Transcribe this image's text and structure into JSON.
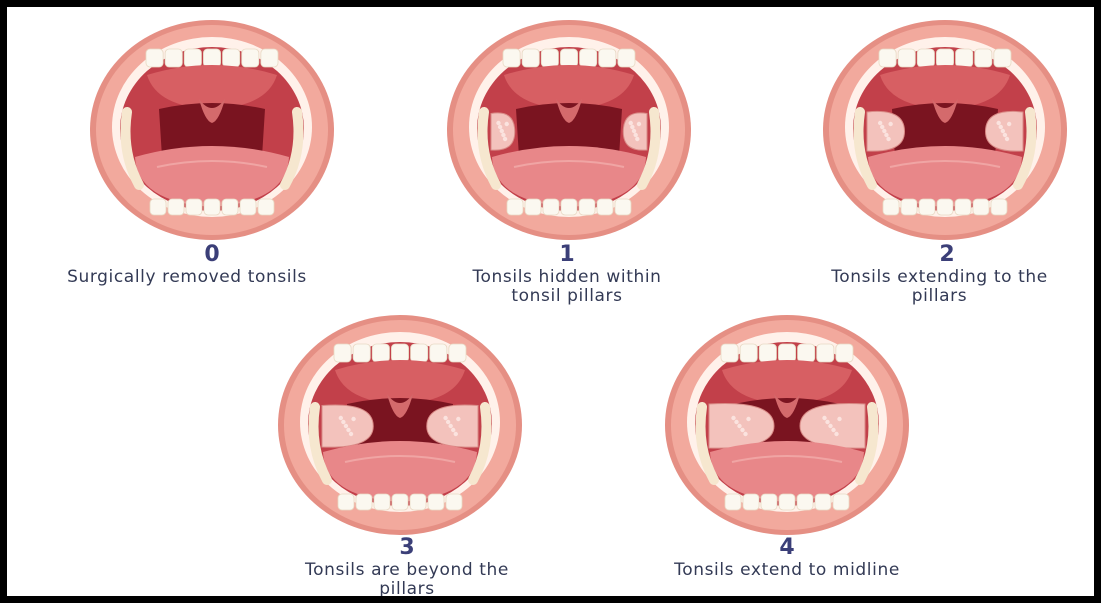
{
  "grades": [
    {
      "number": "0",
      "description": "Surgically removed tonsils"
    },
    {
      "number": "1",
      "description": "Tonsils hidden within\ntonsil pillars"
    },
    {
      "number": "2",
      "description": "Tonsils extending to the\npillars"
    },
    {
      "number": "3",
      "description": "Tonsils are beyond the\npillars"
    },
    {
      "number": "4",
      "description": "Tonsils extend to midline"
    }
  ],
  "tonsil_size": [
    0,
    0.25,
    0.5,
    0.75,
    1.0
  ],
  "colors": {
    "lip": "#f2a99d",
    "lip_edge": "#e58f84",
    "mouth_cavity": "#c2404a",
    "throat": "#7a1420",
    "tongue": "#e88789",
    "teeth": "#fbf8f0",
    "tonsil": "#f3c2bc",
    "number_text": "#3b3f78",
    "desc_text": "#333a55"
  }
}
